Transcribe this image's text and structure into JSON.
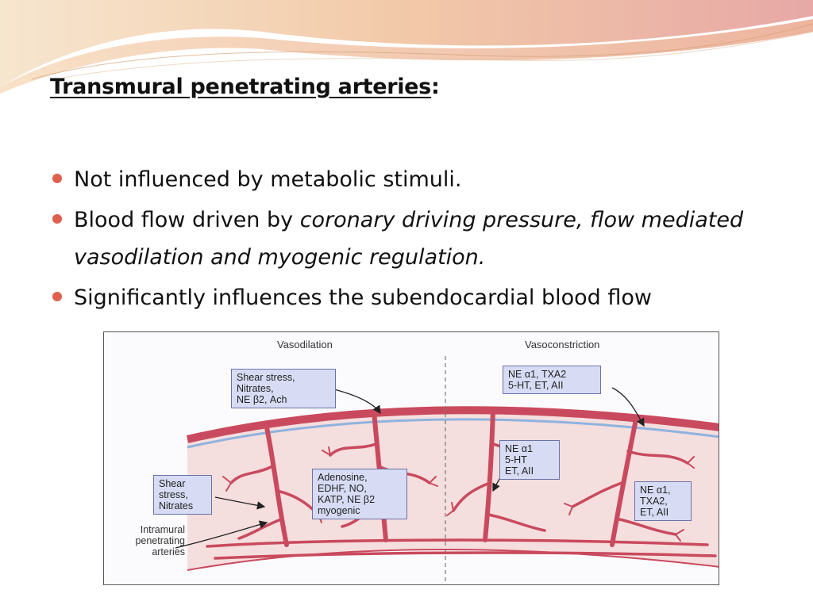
{
  "slide": {
    "title": "Transmural penetrating arteries",
    "title_suffix": ":",
    "bullets": [
      {
        "text": "Not influenced by metabolic stimuli."
      },
      {
        "text": "Blood flow driven by ",
        "italic": "coronary driving pressure, flow mediated vasodilation and myogenic regulation."
      },
      {
        "text": "Significantly influences the subendocardial blood flow"
      }
    ],
    "colors": {
      "bullet": "#e0604e",
      "vessel": "#c94a5e",
      "band": "#f4dede",
      "label_box": "#d7dcf4"
    }
  },
  "figure": {
    "left_heading": "Vasodilation",
    "right_heading": "Vasoconstriction",
    "labels": {
      "shear_top": "Shear stress,\nNitrates,\nNE β2, Ach",
      "shear_left": "Shear\nstress,\nNitrates",
      "adenosine": "Adenosine,\nEDHF, NO,\nKATP, NE β2\nmyogenic",
      "ne_txa2": "NE α1, TXA2\n5-HT, ET, AII",
      "ne_mid": "NE α1\n5-HT\nET, AII",
      "ne_right": "NE α1,\nTXA2,\nET, AII",
      "intramural": "Intramural\npenetrating\narteries"
    }
  }
}
